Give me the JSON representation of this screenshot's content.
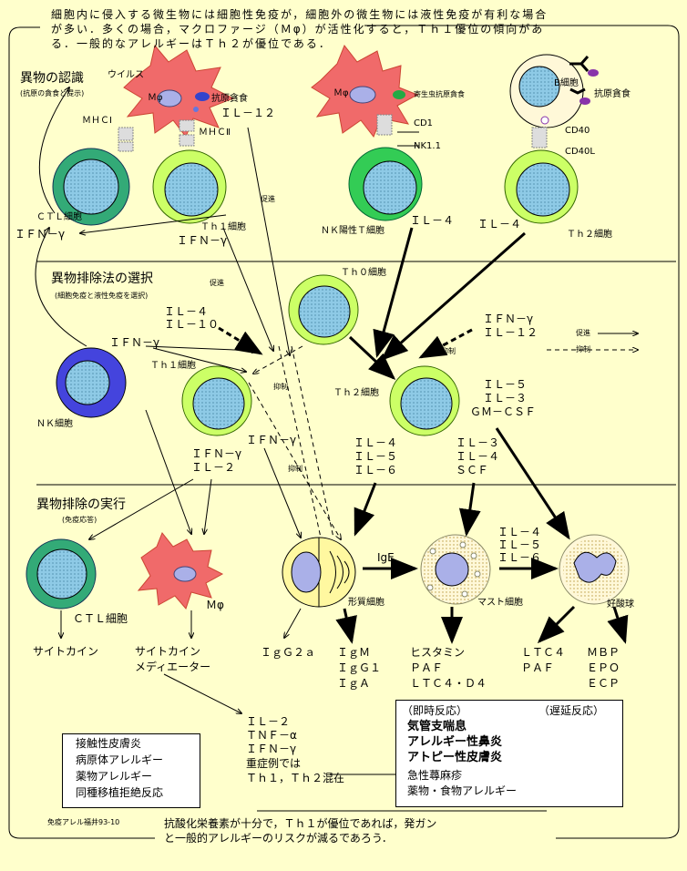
{
  "intro": [
    "細胞内に侵入する微生物には細胞性免疫が，細胞外の微生物には液性免疫が有利な場合",
    "が多い．多くの場合，マクロファージ（Ｍφ）が活性化すると，Ｔｈ１優位の傾向があ",
    "る．一般的なアレルギーはＴｈ２が優位である．"
  ],
  "sections": {
    "recognition": {
      "title": "異物の認識",
      "sub": "(抗原の貪食と提示)"
    },
    "selection": {
      "title": "異物排除法の選択",
      "sub": "(細胞免疫と液性免疫を選択)"
    },
    "execution": {
      "title": "異物排除の実行",
      "sub": "(免疫応答)"
    }
  },
  "labels": {
    "virus": "ウイルス",
    "mphi": "Ｍφ",
    "phago": "抗原貪食",
    "parasite_phago": "寄生虫抗原貪食",
    "phago2": "抗原貪食",
    "mhc1": "ＭＨＣⅠ",
    "mhc2": "ＭＨＣⅡ",
    "il12_top": "ＩＬ－１２",
    "cd1": "CD1",
    "nk11": "NK1.1",
    "bcell": "B細胞",
    "cd40": "CD40",
    "cd40l": "CD40L",
    "ctl_top": "ＣＴＬ細胞",
    "th1_top": "Ｔｈ１細胞",
    "ifn_th1": "ＩＦＮ－γ",
    "ifn_left": "ＩＦＮ－γ",
    "promote_v": "促進",
    "nkt": "ＮＫ陽性Ｔ細胞",
    "il4_nkt": "ＩＬ－４",
    "il4_th2": "ＩＬ－４",
    "th2_top": "Ｔｈ２細胞",
    "th0": "Ｔｈ０細胞",
    "promote2": "促進",
    "il4_mid": "ＩＬ－４",
    "il10_mid": "ＩＬ－１０",
    "ifn_nk": "ＩＦＮ－γ",
    "th1_mid": "Ｔｈ１細胞",
    "nk": "ＮＫ細胞",
    "inhibit1": "抑制",
    "ifn_right": "ＩＦＮ－γ",
    "il12_right": "ＩＬ－１２",
    "inhibit2": "抑制",
    "legend_promote": "促進",
    "legend_inhibit": "抑制",
    "th2_mid": "Ｔｈ２細胞",
    "th2_cyt": [
      "ＩＬ－５",
      "ＩＬ－３",
      "ＧＭ－ＣＳＦ"
    ],
    "th1_cyt": [
      "ＩＦＮ－γ",
      "ＩＬ－２"
    ],
    "ifn_center": "ＩＦＮ－γ",
    "inhibit3": "抑制",
    "th2_to_plasma": [
      "ＩＬ－４",
      "ＩＬ－５",
      "ＩＬ－６"
    ],
    "th2_to_mast": [
      "ＩＬ－３",
      "ＩＬ－４",
      "ＳＣＦ"
    ],
    "ige": "IgE",
    "mast_to_eos": [
      "ＩＬ－４",
      "ＩＬ－５",
      "ＩＬ－６"
    ],
    "plasma": "形質細胞",
    "mast": "マスト細胞",
    "eos": "好酸球",
    "ctl_bottom": "ＣＴＬ細胞",
    "mphi_bottom": "Ｍφ",
    "cytokine1": "サイトカイン",
    "cytokine2": "サイトカイン",
    "mediator": "メディエーター",
    "igg2a": "ＩｇＧ２ａ",
    "igs": [
      "ＩｇＭ",
      "ＩｇＧ１",
      "ＩｇＡ"
    ],
    "mediators_mast": [
      "ヒスタミン",
      "ＰＡＦ",
      "ＬＴＣ４・Ｄ４"
    ],
    "mediators_eos1": [
      "ＬＴＣ４",
      "ＰＡＦ"
    ],
    "mediators_eos2": [
      "ＭＢＰ",
      "ＥＰＯ",
      "ＥＣＰ"
    ],
    "th1_cytokines_low": [
      "ＩＬ－２",
      "ＴＮＦ－α",
      "ＩＦＮ－γ"
    ],
    "severe": "重症例では",
    "mixed": "Ｔｈ１，Ｔｈ２混在"
  },
  "th1_diseases": [
    "接触性皮膚炎",
    "病原体アレルギー",
    "薬物アレルギー",
    "同種移植拒絶反応"
  ],
  "th2_box": {
    "immediate": "（即時反応）",
    "delayed": "（遅延反応）",
    "bold": [
      "気管支喘息",
      "アレルギー性鼻炎",
      "アトピー性皮膚炎"
    ],
    "normal": [
      "急性蕁麻疹",
      "薬物・食物アレルギー"
    ]
  },
  "source": "免疫アレル福井93-10",
  "conclusion": [
    "抗酸化栄養素が十分で，Ｔｈ１が優位であれば，発ガン",
    "と一般的アレルギーのリスクが減るであろう．"
  ],
  "colors": {
    "background": "#ffffcc",
    "macrophage": "#f06a6a",
    "t_cell": "#ccff66",
    "nk_t": "#33cc55",
    "ctl": "#33aa77",
    "nk": "#4444dd",
    "nucleus": "#88ccee"
  }
}
